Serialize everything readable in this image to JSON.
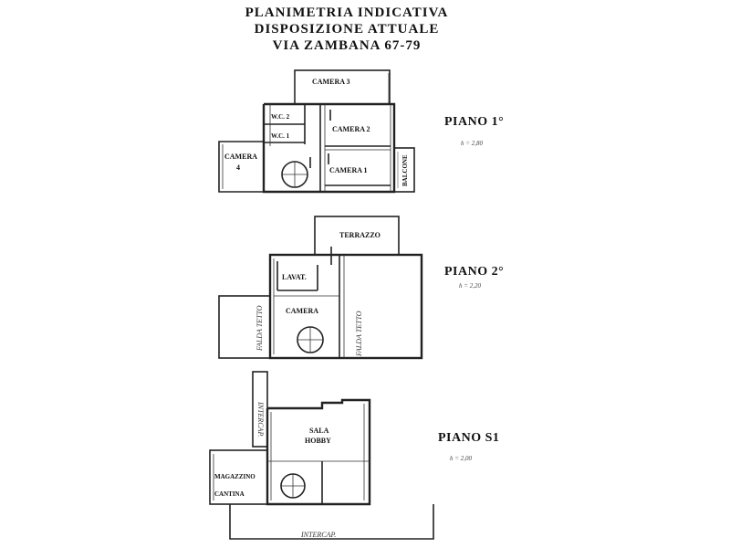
{
  "header": {
    "line1": "PLANIMETRIA  INDICATIVA",
    "line2": "DISPOSIZIONE  ATTUALE",
    "line3": "VIA  ZAMBANA  67-79"
  },
  "floors": {
    "piano1": {
      "label": "PIANO 1°",
      "note": "h = 2,80",
      "rooms": {
        "camera3": "CAMERA 3",
        "wc2": "W.C. 2",
        "wc1": "W.C. 1",
        "camera2": "CAMERA 2",
        "camera4_a": "CAMERA",
        "camera4_b": "4",
        "camera1": "CAMERA 1",
        "balcone": "BALCONE"
      }
    },
    "piano2": {
      "label": "PIANO 2°",
      "note": "h = 2,20",
      "rooms": {
        "terrazzo": "TERRAZZO",
        "lavat": "LAVAT.",
        "camera": "CAMERA",
        "falda_tetto_left": "FALDA TETTO",
        "falda_tetto_right": "FALDA TETTO"
      }
    },
    "pianoS1": {
      "label": "PIANO  S1",
      "note": "h = 2,00",
      "rooms": {
        "sala": "SALA",
        "hobby": "HOBBY",
        "magazzino": "MAGAZZINO",
        "cantina": "CANTINA",
        "intercap_side": "INTERCAP.",
        "intercap_bottom": "INTERCAP."
      }
    }
  }
}
